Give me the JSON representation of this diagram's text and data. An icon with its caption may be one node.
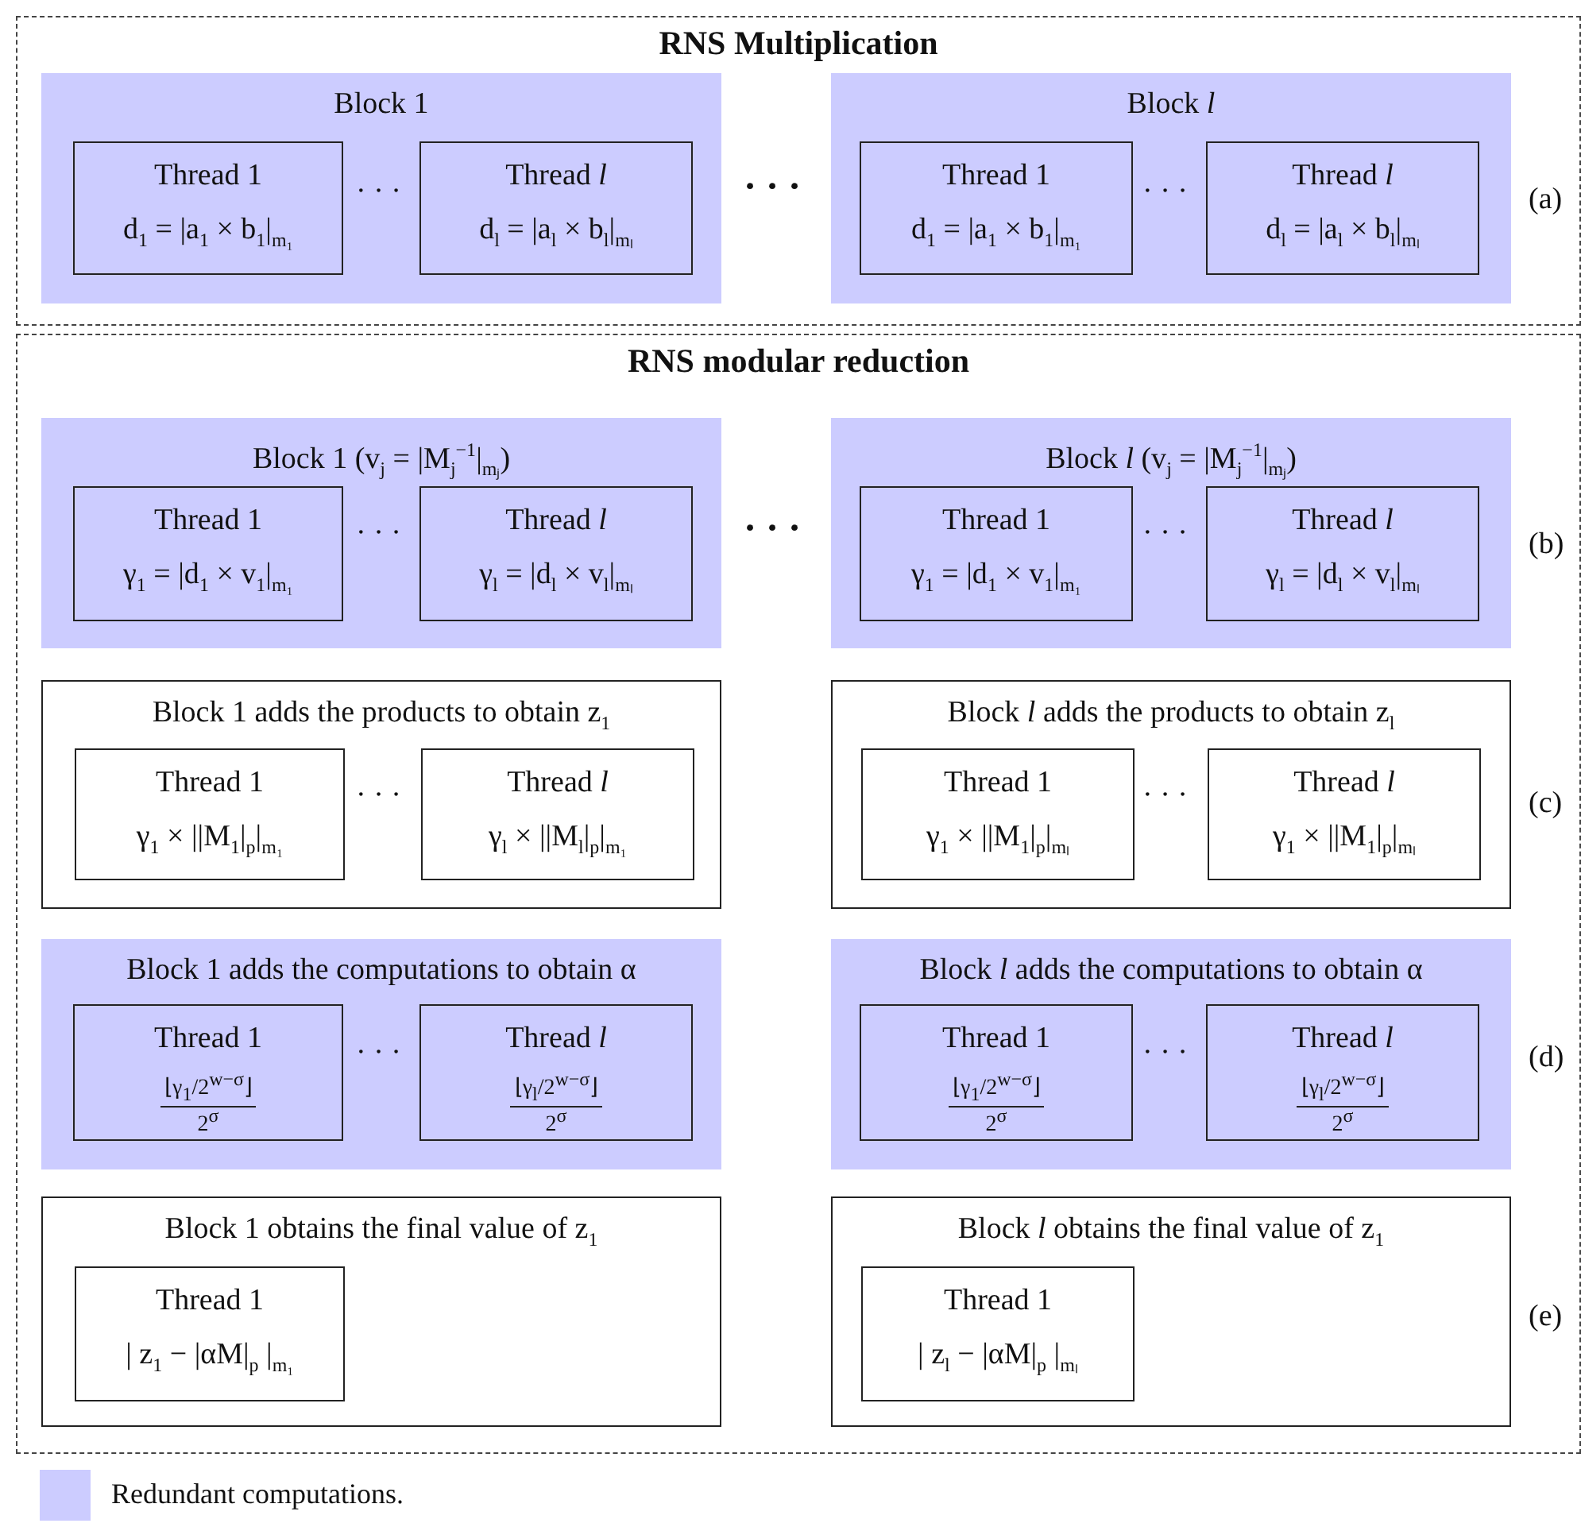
{
  "diagram": {
    "nodes": [
      {
        "text": [
          "RNS Multiplication"
        ]
      },
      {
        "text": [
          "Block 1"
        ],
        "in": 0
      },
      {
        "text": [
          "Thread 1",
          "d$_{1}$ = |a$_{1}$ × b$_{1}$|$_{m₁}$"
        ],
        "in": 1
      },
      {
        "text": [
          "Thread *l*",
          "d$_{l}$ = |a$_{l}$ × b$_{l}$|$_{mₗ}$"
        ],
        "in": 1
      },
      {
        "text": [
          "Block *l*"
        ],
        "in": 0
      },
      {
        "text": [
          "Thread 1",
          "d$_{1}$ = |a$_{1}$ × b$_{1}$|$_{m₁}$"
        ],
        "in": 4
      },
      {
        "text": [
          "Thread *l*",
          "d$_{l}$ = |a$_{l}$ × b$_{l}$|$_{mₗ}$"
        ],
        "in": 4
      },
      {
        "text": [
          "RNS modular reduction"
        ]
      },
      {
        "text": [
          "Block 1 (v$_{j}$ = |M$_{j}$$^{−1}$|$_{mⱼ}$)"
        ],
        "in": 7
      },
      {
        "text": [
          "Thread 1",
          "γ$_{1}$ = |d$_{1}$ × v$_{1}$|$_{m₁}$"
        ],
        "in": 8
      },
      {
        "text": [
          "Thread *l*",
          "γ$_{l}$ = |d$_{l}$ × v$_{l}$|$_{mₗ}$"
        ],
        "in": 8
      },
      {
        "text": [
          "Block *l* (v$_{j}$ = |M$_{j}$$^{−1}$|$_{mⱼ}$)"
        ],
        "in": 7
      },
      {
        "text": [
          "Thread 1",
          "γ$_{1}$ = |d$_{1}$ × v$_{1}$|$_{m₁}$"
        ],
        "in": 11
      },
      {
        "text": [
          "Thread *l*",
          "γ$_{l}$ = |d$_{l}$ × v$_{l}$|$_{mₗ}$"
        ],
        "in": 11
      },
      {
        "text": [
          "Block 1 adds the products to obtain z$_{1}$"
        ],
        "in": 7
      },
      {
        "text": [
          "Thread 1",
          "γ$_{1}$ × ||M$_{1}$|$_{p}$|$_{m₁}$"
        ],
        "in": 14
      },
      {
        "text": [
          "Thread *l*",
          "γ$_{l}$ × ||M$_{l}$|$_{p}$|$_{m₁}$"
        ],
        "in": 14
      },
      {
        "text": [
          "Block *l* adds the products to obtain z$_{l}$"
        ],
        "in": 7
      },
      {
        "text": [
          "Thread 1",
          "γ$_{1}$ × ||M$_{1}$|$_{p}$|$_{mₗ}$"
        ],
        "in": 17
      },
      {
        "text": [
          "Thread *l*",
          "γ$_{1}$ × ||M$_{1}$|$_{p}$|$_{mₗ}$"
        ],
        "in": 17
      },
      {
        "text": [
          "Block 1 adds the computations to obtain α"
        ],
        "in": 7
      },
      {
        "text": [
          "Thread 1",
          "⌊γ$_{1}$/2$^{w−σ}$⌋",
          "2$^{σ}$"
        ],
        "in": 20
      },
      {
        "text": [
          "Thread *l*",
          "⌊γ$_{l}$/2$^{w−σ}$⌋",
          "2$^{σ}$"
        ],
        "in": 20
      },
      {
        "text": [
          "Block *l* adds the computations to obtain α"
        ],
        "in": 7
      },
      {
        "text": [
          "Thread 1",
          "⌊γ$_{1}$/2$^{w−σ}$⌋",
          "2$^{σ}$"
        ],
        "in": 23
      },
      {
        "text": [
          "Thread *l*",
          "⌊γ$_{l}$/2$^{w−σ}$⌋",
          "2$^{σ}$"
        ],
        "in": 23
      },
      {
        "text": [
          "Block 1 obtains the final value of z$_{1}$"
        ],
        "in": 7
      },
      {
        "text": [
          "Thread 1",
          "| z$_{1}$ − |αM|$_{p}$ |$_{m₁}$"
        ],
        "in": 26
      },
      {
        "text": [
          "Block *l* obtains the final value of z$_{1}$"
        ],
        "in": 7
      },
      {
        "text": [
          "Thread 1",
          "| z$_{l}$ − |αM|$_{p}$ |$_{mₗ}$"
        ],
        "in": 28
      }
    ],
    "edges": [],
    "labels": [
      "· · ·",
      "· · ·",
      "· · ·",
      "(a)",
      "· · ·",
      "· · ·",
      "· · ·",
      "(b)",
      "· · ·",
      "· · ·",
      "(c)",
      "· · ·",
      "· · ·",
      "(d)",
      "(e)"
    ],
    "legend": [
      {
        "text": "Redundant computations.",
        "color": "#ccccff"
      }
    ]
  }
}
